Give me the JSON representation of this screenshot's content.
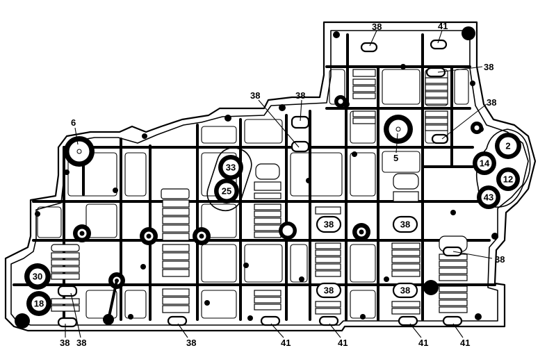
{
  "diagram": {
    "callouts_38": [
      "38",
      "38",
      "38",
      "38",
      "38",
      "38",
      "38",
      "38",
      "38"
    ],
    "callouts_41": [
      "41",
      "41",
      "41",
      "41",
      "41"
    ],
    "callout_5": "5",
    "callout_6": "6",
    "circled": [
      "2",
      "14",
      "12",
      "43",
      "33",
      "25",
      "30",
      "18",
      "38",
      "38",
      "38",
      "38"
    ]
  }
}
